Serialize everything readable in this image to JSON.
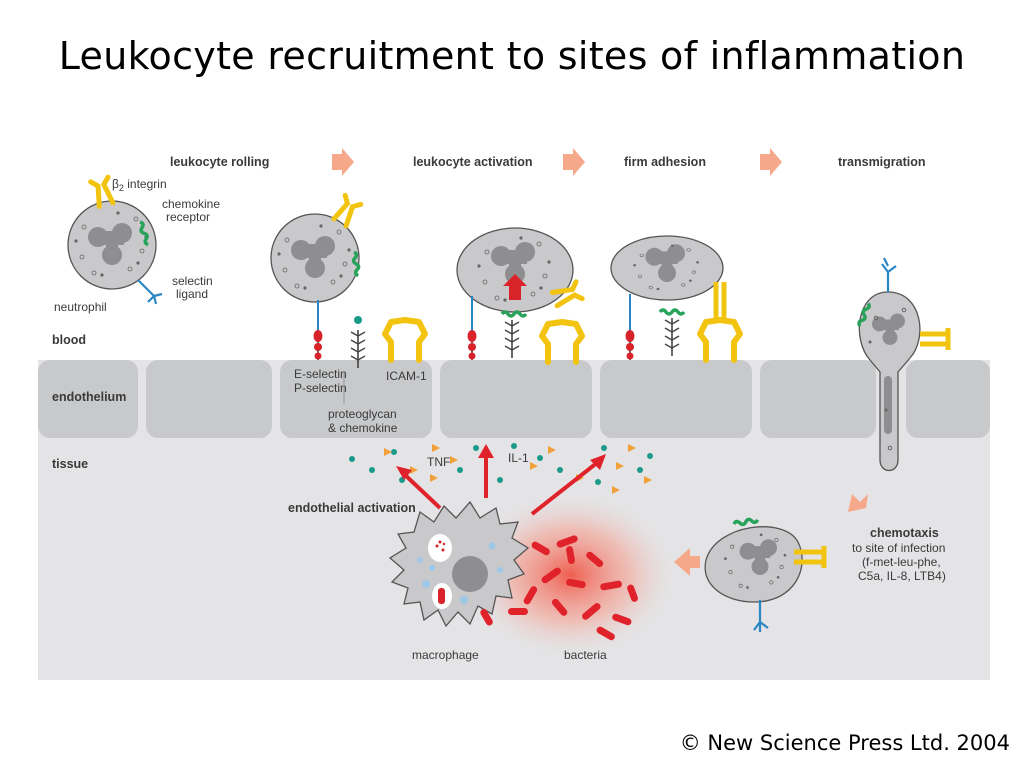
{
  "title": "Leukocyte recruitment to sites of inflammation",
  "copyright": "© New Science Press Ltd. 2004",
  "stages": [
    "leukocyte rolling",
    "leukocyte activation",
    "firm adhesion",
    "transmigration"
  ],
  "layers": {
    "blood": "blood",
    "endothelium": "endothelium",
    "tissue": "tissue"
  },
  "labels": {
    "neutrophil": "neutrophil",
    "beta2_prefix": "β",
    "beta2_sub": "2",
    "beta2_suffix": " integrin",
    "chemokine_receptor_1": "chemokine",
    "chemokine_receptor_2": "receptor",
    "selectin_ligand_1": "selectin",
    "selectin_ligand_2": "ligand",
    "e_selectin": "E-selectin",
    "p_selectin": "P-selectin",
    "icam1": "ICAM-1",
    "proteoglycan_1": "proteoglycan",
    "proteoglycan_2": "& chemokine",
    "tnf": "TNF",
    "il1": "IL-1",
    "endothelial_activation": "endothelial activation",
    "macrophage": "macrophage",
    "bacteria": "bacteria",
    "chemotaxis": "chemotaxis",
    "chemotaxis_1": "to site of infection",
    "chemotaxis_2": "(f-met-leu-phe,",
    "chemotaxis_3": "C5a, IL-8, LTB4)"
  },
  "colors": {
    "cell_fill": "#c9c9cb",
    "nucleus": "#8e8e90",
    "integrin": "#f2c40f",
    "chemokine_receptor": "#2aa35a",
    "selectin_ligand": "#2a86c4",
    "selectin": "#d8232a",
    "arrow_stage": "#f6a98a",
    "arrow_signal": "#e0232a",
    "tissue": "#e4e4e6",
    "endothelial_cell": "#c8c9cb"
  }
}
